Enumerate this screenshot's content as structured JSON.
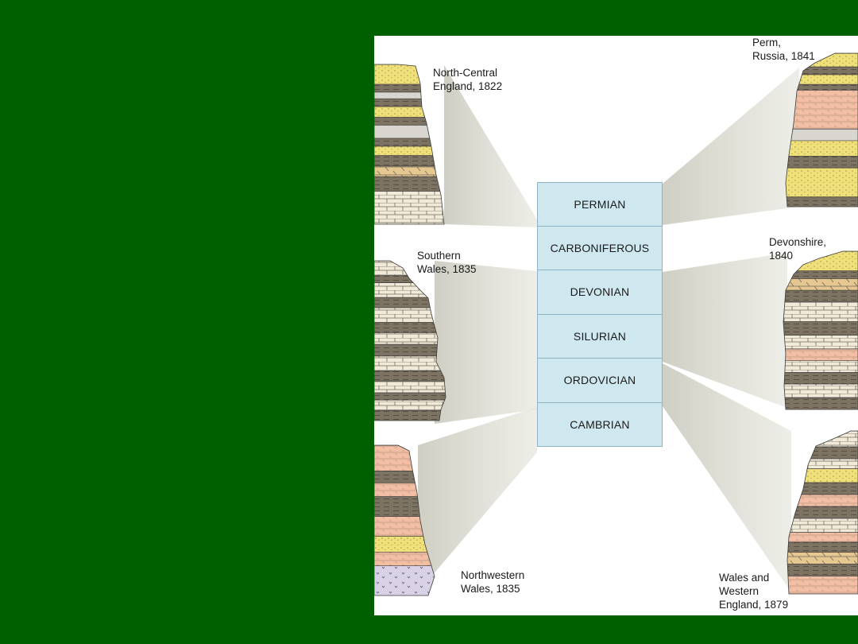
{
  "periods": [
    "PERMIAN",
    "CARBONIFEROUS",
    "DEVONIAN",
    "SILURIAN",
    "ORDOVICIAN",
    "CAMBRIAN"
  ],
  "localities": {
    "north_central": {
      "place": "North-Central",
      "detail": "England, 1822"
    },
    "southern_wales": {
      "place": "Southern",
      "detail": "Wales, 1835"
    },
    "northwestern_wales": {
      "place": "Northwestern",
      "detail": "Wales, 1835"
    },
    "perm": {
      "place": "Perm,",
      "detail": "Russia, 1841"
    },
    "devonshire": {
      "place": "Devonshire,",
      "detail": "1840"
    },
    "wales_western": {
      "place": "Wales and",
      "detail": "Western",
      "detail2": "England, 1879"
    }
  },
  "colors": {
    "slide_background": "#006000",
    "period_fill": "#cfe8f0",
    "sandstone": "#f0e07a",
    "shale": "#7d7363",
    "limestone": "#f2ead8",
    "red_beds": "#f2bfa4",
    "granite": "#d9d2e6"
  }
}
